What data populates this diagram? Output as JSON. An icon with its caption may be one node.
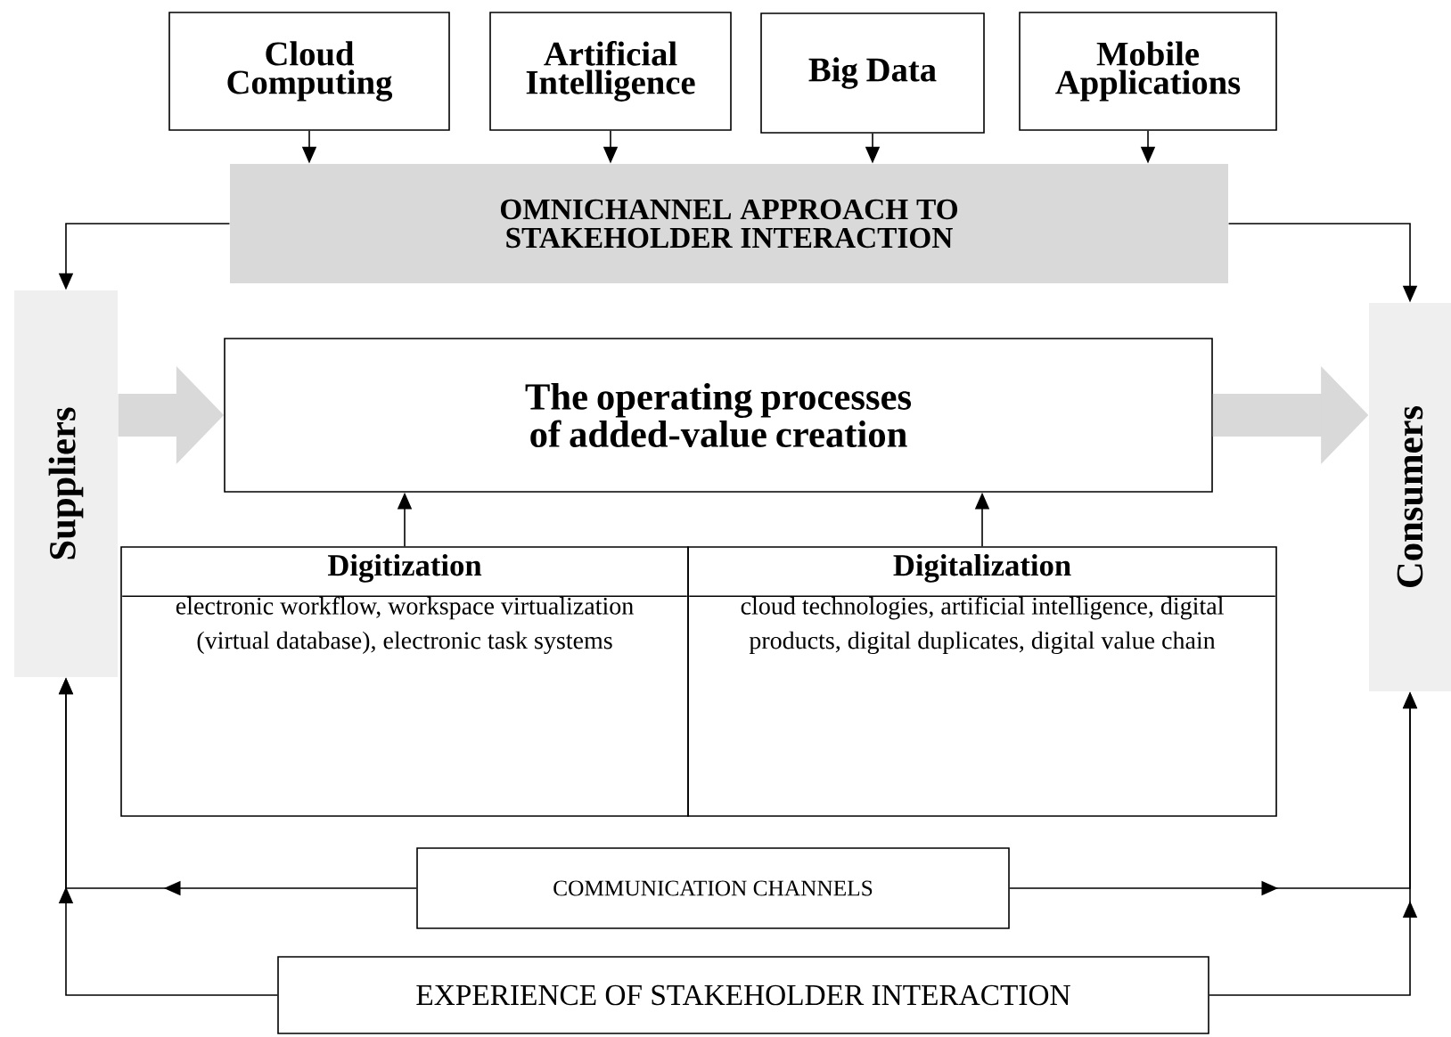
{
  "diagram": {
    "nodes": [
      {
        "text": [
          "Cloud Computing"
        ]
      },
      {
        "text": [
          "Artificial Intelligence"
        ]
      },
      {
        "text": [
          "Big Data"
        ]
      },
      {
        "text": [
          "Mobile Applications"
        ]
      },
      {
        "text": [
          "OMNICHANNEL APPROACH TO STAKEHOLDER INTERACTION"
        ]
      },
      {
        "text": [
          "Suppliers"
        ]
      },
      {
        "text": [
          "The operating processes of added-value creation"
        ]
      },
      {
        "text": [
          "Consumers"
        ]
      },
      {
        "text": [
          "Digitization",
          "electronic workflow, workspace virtualization (virtual database), electronic task systems"
        ]
      },
      {
        "text": [
          "Digitalization",
          "cloud technologies, artificial intelligence, digital products, digital duplicates, digital value chain"
        ]
      },
      {
        "text": [
          "COMMUNICATION CHANNELS"
        ]
      },
      {
        "text": [
          "EXPERIENCE OF STAKEHOLDER INTERACTION"
        ]
      }
    ],
    "edges": [
      {
        "from": 0,
        "to": 4,
        "arrow": "to"
      },
      {
        "from": 1,
        "to": 4,
        "arrow": "to"
      },
      {
        "from": 2,
        "to": 4,
        "arrow": "to"
      },
      {
        "from": 3,
        "to": 4,
        "arrow": "to"
      },
      {
        "from": 4,
        "to": 5,
        "arrow": "to"
      },
      {
        "from": 4,
        "to": 7,
        "arrow": "to"
      },
      {
        "from": 5,
        "to": 6,
        "arrow": "to",
        "style": "thick",
        "color": "#d9d9d9"
      },
      {
        "from": 6,
        "to": 7,
        "arrow": "to",
        "style": "thick",
        "color": "#d9d9d9"
      },
      {
        "from": 8,
        "to": 6,
        "arrow": "to"
      },
      {
        "from": 9,
        "to": 6,
        "arrow": "to"
      },
      {
        "from": 10,
        "to": 5,
        "arrow": "to"
      },
      {
        "from": 10,
        "to": 7,
        "arrow": "to"
      },
      {
        "from": 11,
        "to": 5,
        "arrow": "to"
      },
      {
        "from": 11,
        "to": 7,
        "arrow": "to"
      }
    ]
  }
}
